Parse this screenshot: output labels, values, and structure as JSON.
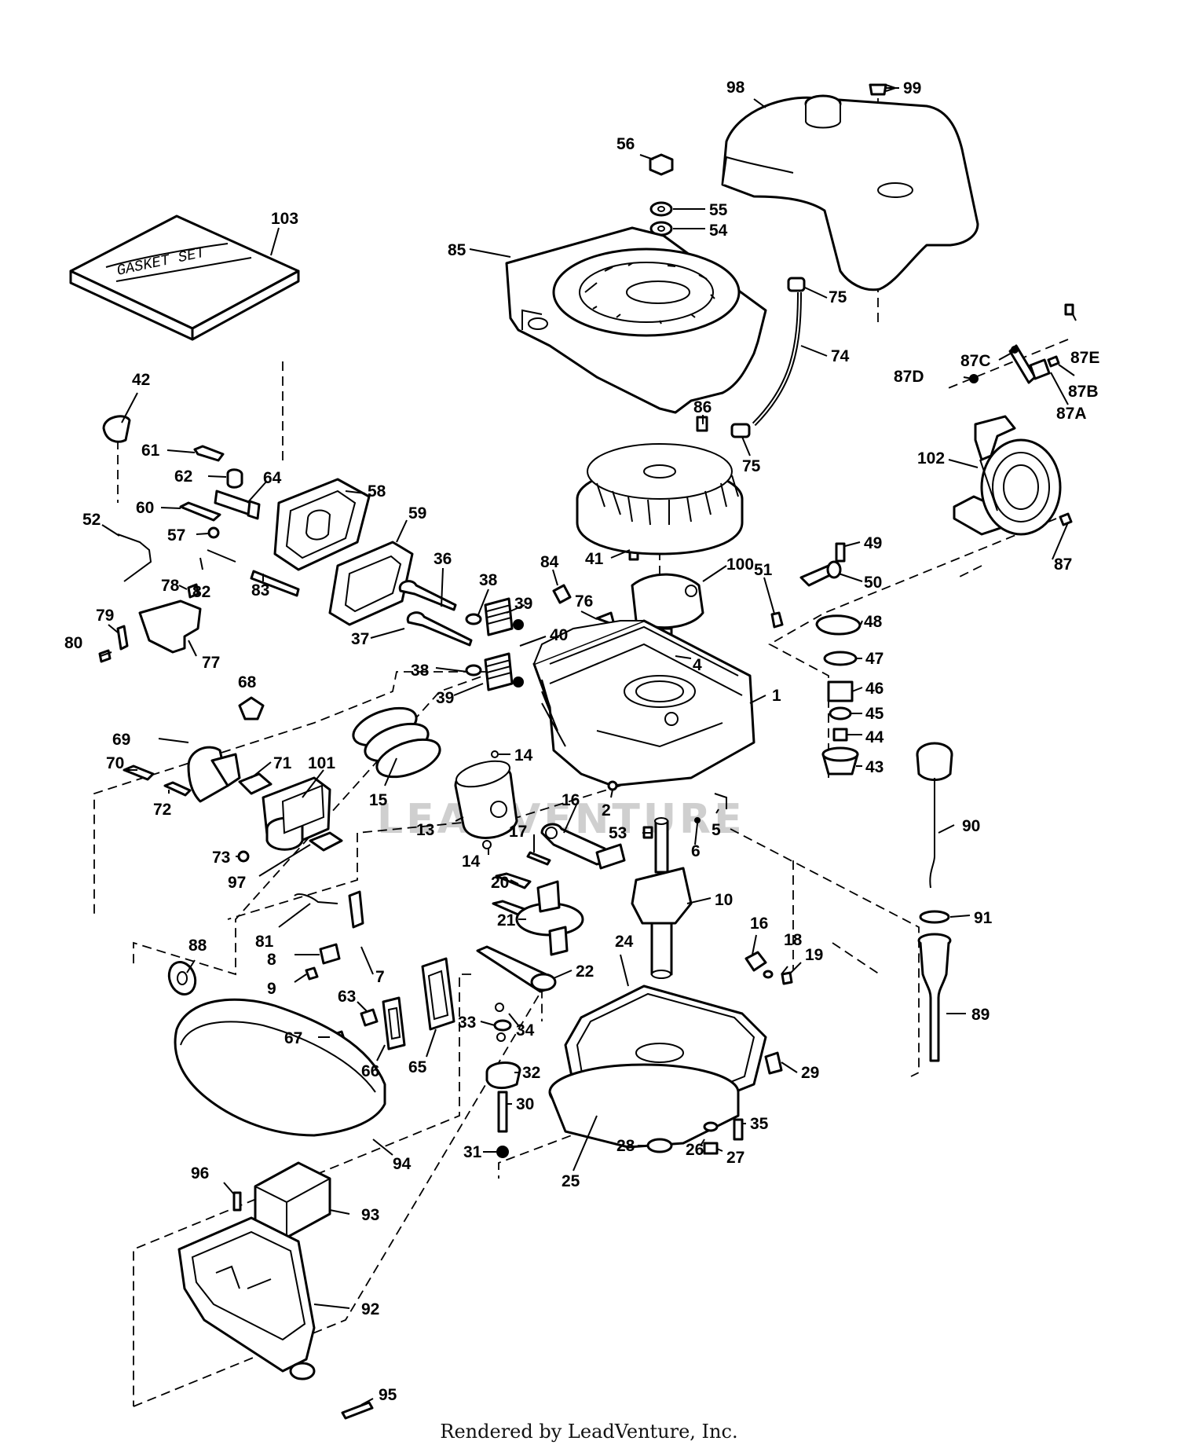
{
  "gasket_label": "GASKET SET",
  "watermark": "LEADVENTURE",
  "footer": "Rendered by LeadVenture, Inc.",
  "callouts": [
    {
      "id": "c99",
      "text": "99"
    },
    {
      "id": "c98",
      "text": "98"
    },
    {
      "id": "c56",
      "text": "56"
    },
    {
      "id": "c55",
      "text": "55"
    },
    {
      "id": "c54",
      "text": "54"
    },
    {
      "id": "c103",
      "text": "103"
    },
    {
      "id": "c85",
      "text": "85"
    },
    {
      "id": "c75a",
      "text": "75"
    },
    {
      "id": "c74",
      "text": "74"
    },
    {
      "id": "c87E",
      "text": "87E"
    },
    {
      "id": "c87C",
      "text": "87C"
    },
    {
      "id": "c87D",
      "text": "87D"
    },
    {
      "id": "c87B",
      "text": "87B"
    },
    {
      "id": "c87A",
      "text": "87A"
    },
    {
      "id": "c42",
      "text": "42"
    },
    {
      "id": "c86",
      "text": "86"
    },
    {
      "id": "c75b",
      "text": "75"
    },
    {
      "id": "c102",
      "text": "102"
    },
    {
      "id": "c61",
      "text": "61"
    },
    {
      "id": "c62",
      "text": "62"
    },
    {
      "id": "c64",
      "text": "64"
    },
    {
      "id": "c58",
      "text": "58"
    },
    {
      "id": "c60",
      "text": "60"
    },
    {
      "id": "c52",
      "text": "52"
    },
    {
      "id": "c59",
      "text": "59"
    },
    {
      "id": "c57",
      "text": "57"
    },
    {
      "id": "c49",
      "text": "49"
    },
    {
      "id": "c87",
      "text": "87"
    },
    {
      "id": "c41",
      "text": "41"
    },
    {
      "id": "c100",
      "text": "100"
    },
    {
      "id": "c36",
      "text": "36"
    },
    {
      "id": "c84",
      "text": "84"
    },
    {
      "id": "c51",
      "text": "51"
    },
    {
      "id": "c50",
      "text": "50"
    },
    {
      "id": "c82",
      "text": "82"
    },
    {
      "id": "c83",
      "text": "83"
    },
    {
      "id": "c78",
      "text": "78"
    },
    {
      "id": "c38a",
      "text": "38"
    },
    {
      "id": "c39a",
      "text": "39"
    },
    {
      "id": "c76",
      "text": "76"
    },
    {
      "id": "c48",
      "text": "48"
    },
    {
      "id": "c79",
      "text": "79"
    },
    {
      "id": "c80",
      "text": "80"
    },
    {
      "id": "c77",
      "text": "77"
    },
    {
      "id": "c37",
      "text": "37"
    },
    {
      "id": "c40",
      "text": "40"
    },
    {
      "id": "c4",
      "text": "4"
    },
    {
      "id": "c47",
      "text": "47"
    },
    {
      "id": "c38b",
      "text": "38"
    },
    {
      "id": "c39b",
      "text": "39"
    },
    {
      "id": "c1",
      "text": "1"
    },
    {
      "id": "c46",
      "text": "46"
    },
    {
      "id": "c68",
      "text": "68"
    },
    {
      "id": "c45",
      "text": "45"
    },
    {
      "id": "c69",
      "text": "69"
    },
    {
      "id": "c44",
      "text": "44"
    },
    {
      "id": "c14a",
      "text": "14"
    },
    {
      "id": "c43",
      "text": "43"
    },
    {
      "id": "c70",
      "text": "70"
    },
    {
      "id": "c71",
      "text": "71"
    },
    {
      "id": "c101",
      "text": "101"
    },
    {
      "id": "c15",
      "text": "15"
    },
    {
      "id": "c72",
      "text": "72"
    },
    {
      "id": "c16a",
      "text": "16"
    },
    {
      "id": "c2",
      "text": "2"
    },
    {
      "id": "c5",
      "text": "5"
    },
    {
      "id": "c13",
      "text": "13"
    },
    {
      "id": "c53",
      "text": "53"
    },
    {
      "id": "c90",
      "text": "90"
    },
    {
      "id": "c17",
      "text": "17"
    },
    {
      "id": "c6",
      "text": "6"
    },
    {
      "id": "c73",
      "text": "73"
    },
    {
      "id": "c14b",
      "text": "14"
    },
    {
      "id": "c97",
      "text": "97"
    },
    {
      "id": "c20",
      "text": "20"
    },
    {
      "id": "c10",
      "text": "10"
    },
    {
      "id": "c91",
      "text": "91"
    },
    {
      "id": "c21",
      "text": "21"
    },
    {
      "id": "c81",
      "text": "81"
    },
    {
      "id": "c16b",
      "text": "16"
    },
    {
      "id": "c88",
      "text": "88"
    },
    {
      "id": "c24",
      "text": "24"
    },
    {
      "id": "c18",
      "text": "18"
    },
    {
      "id": "c19",
      "text": "19"
    },
    {
      "id": "c8",
      "text": "8"
    },
    {
      "id": "c7",
      "text": "7"
    },
    {
      "id": "c22",
      "text": "22"
    },
    {
      "id": "c9",
      "text": "9"
    },
    {
      "id": "c63",
      "text": "63"
    },
    {
      "id": "c89",
      "text": "89"
    },
    {
      "id": "c33",
      "text": "33"
    },
    {
      "id": "c34",
      "text": "34"
    },
    {
      "id": "c67",
      "text": "67"
    },
    {
      "id": "c66",
      "text": "66"
    },
    {
      "id": "c65",
      "text": "65"
    },
    {
      "id": "c32",
      "text": "32"
    },
    {
      "id": "c29",
      "text": "29"
    },
    {
      "id": "c30",
      "text": "30"
    },
    {
      "id": "c35",
      "text": "35"
    },
    {
      "id": "c31",
      "text": "31"
    },
    {
      "id": "c28",
      "text": "28"
    },
    {
      "id": "c26",
      "text": "26"
    },
    {
      "id": "c27",
      "text": "27"
    },
    {
      "id": "c94",
      "text": "94"
    },
    {
      "id": "c25",
      "text": "25"
    },
    {
      "id": "c96",
      "text": "96"
    },
    {
      "id": "c93",
      "text": "93"
    },
    {
      "id": "c92",
      "text": "92"
    },
    {
      "id": "c95",
      "text": "95"
    }
  ]
}
